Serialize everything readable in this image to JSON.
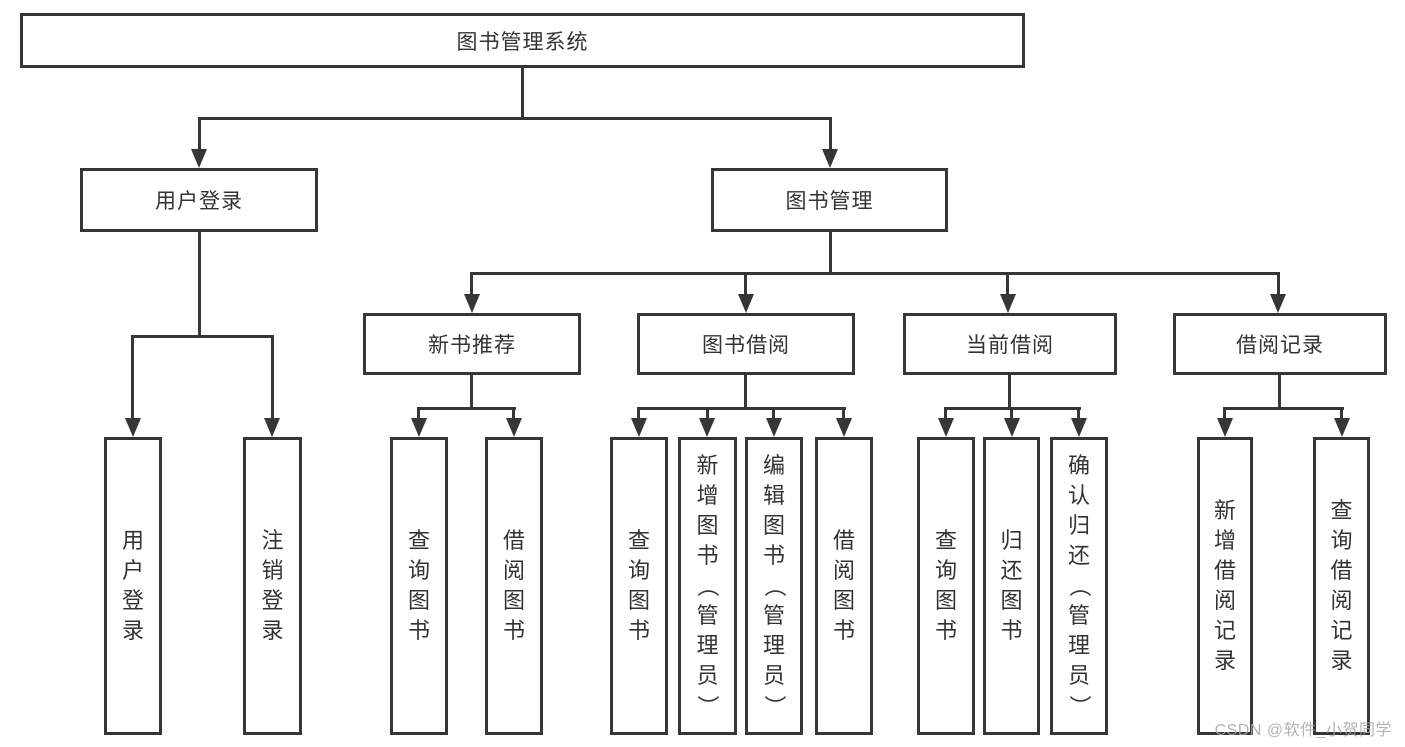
{
  "root": {
    "label": "图书管理系统"
  },
  "level2": [
    {
      "label": "用户登录"
    },
    {
      "label": "图书管理"
    }
  ],
  "level3": [
    {
      "label": "新书推荐",
      "parent": "图书管理"
    },
    {
      "label": "图书借阅",
      "parent": "图书管理"
    },
    {
      "label": "当前借阅",
      "parent": "图书管理"
    },
    {
      "label": "借阅记录",
      "parent": "图书管理"
    }
  ],
  "leaves": [
    {
      "label": "用户登录",
      "parent": "用户登录"
    },
    {
      "label": "注销登录",
      "parent": "用户登录"
    },
    {
      "label": "查询图书",
      "parent": "新书推荐"
    },
    {
      "label": "借阅图书",
      "parent": "新书推荐"
    },
    {
      "label": "查询图书",
      "parent": "图书借阅"
    },
    {
      "label": "新增图书（管理员）",
      "parent": "图书借阅"
    },
    {
      "label": "编辑图书（管理员）",
      "parent": "图书借阅"
    },
    {
      "label": "借阅图书",
      "parent": "图书借阅"
    },
    {
      "label": "查询图书",
      "parent": "当前借阅"
    },
    {
      "label": "归还图书",
      "parent": "当前借阅"
    },
    {
      "label": "确认归还（管理员）",
      "parent": "当前借阅"
    },
    {
      "label": "新增借阅记录",
      "parent": "借阅记录"
    },
    {
      "label": "查询借阅记录",
      "parent": "借阅记录"
    }
  ],
  "watermark": "CSDN @软件_小贺同学",
  "colors": {
    "line": "#363636",
    "text": "#333333",
    "watermark": "#a6a6a6",
    "background": "#ffffff"
  }
}
